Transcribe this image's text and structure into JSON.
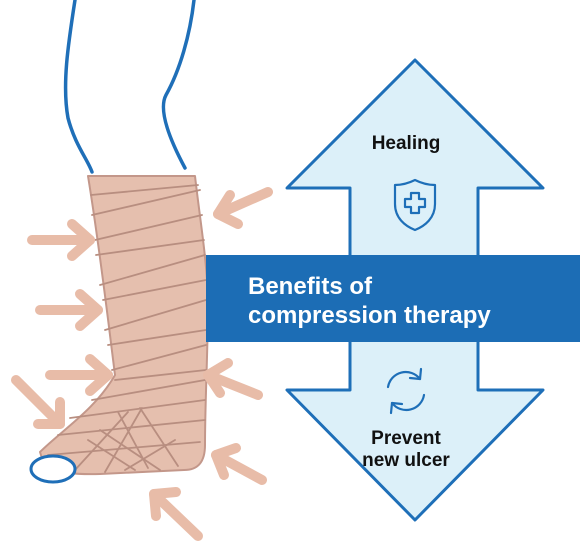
{
  "colors": {
    "arrow_fill": "#dcf0f9",
    "arrow_stroke": "#1e6fb8",
    "banner": "#1c6db5",
    "banner_text": "#ffffff",
    "bandage": "#e5bfae",
    "bandage_stroke": "#c3978a",
    "pressure_arrows": "#e8bca8",
    "leg_outline": "#1f6fb8",
    "label_text": "#111111"
  },
  "banner": {
    "line1": "Benefits of",
    "line2": "compression therapy"
  },
  "benefits": {
    "top_label": "Healing",
    "top_icon": "shield-plus-icon",
    "bottom_label_line1": "Prevent",
    "bottom_label_line2": "new ulcer",
    "bottom_icon": "refresh-cycle-icon"
  },
  "illustration": {
    "subject": "compression-bandaged-leg",
    "pressure_arrow_icon": "arrow-icon"
  }
}
